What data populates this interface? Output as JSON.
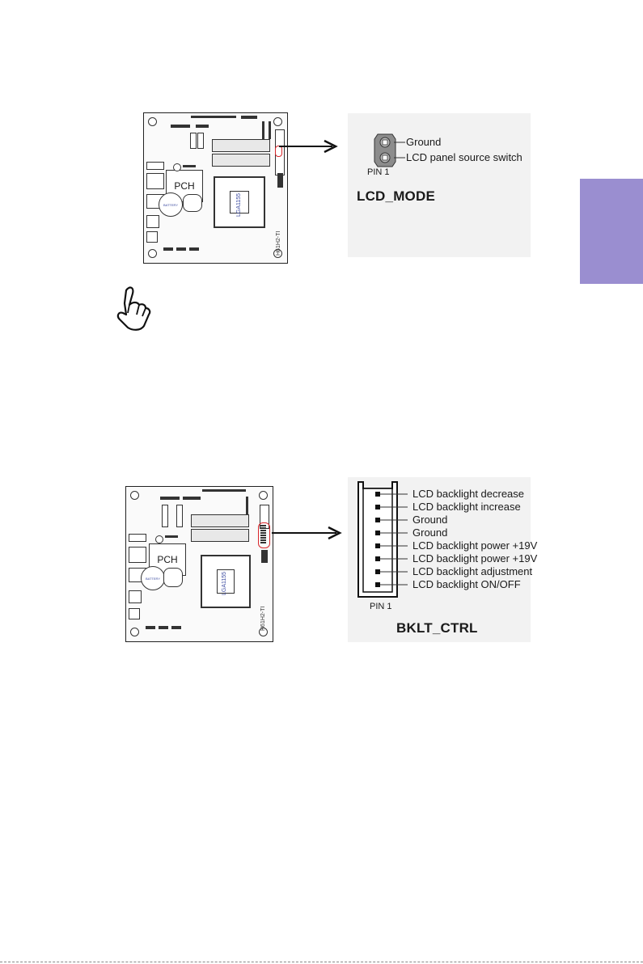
{
  "figure1": {
    "board": {
      "chip_label": "PCH",
      "cpu_socket_label": "LGA1155",
      "battery_label": "BATTERY",
      "side_label": "H61H2-TI"
    },
    "pins": [
      "Ground",
      "LCD panel source switch"
    ],
    "pin1_label": "PIN 1",
    "connector_name": "LCD_MODE"
  },
  "figure2": {
    "board": {
      "chip_label": "PCH",
      "cpu_socket_label": "LGA1155",
      "battery_label": "BATTERY",
      "side_label": "H61H2-TI"
    },
    "pins": [
      "LCD backlight decrease",
      "LCD backlight increase",
      "Ground",
      "Ground",
      "LCD backlight power +19V",
      "LCD backlight power +19V",
      "LCD backlight adjustment",
      "LCD backlight ON/OFF"
    ],
    "pin1_label": "PIN 1",
    "connector_name": "BKLT_CTRL"
  },
  "colors": {
    "side_tab": "#9a8ed0",
    "highlight": "#d9262b"
  }
}
